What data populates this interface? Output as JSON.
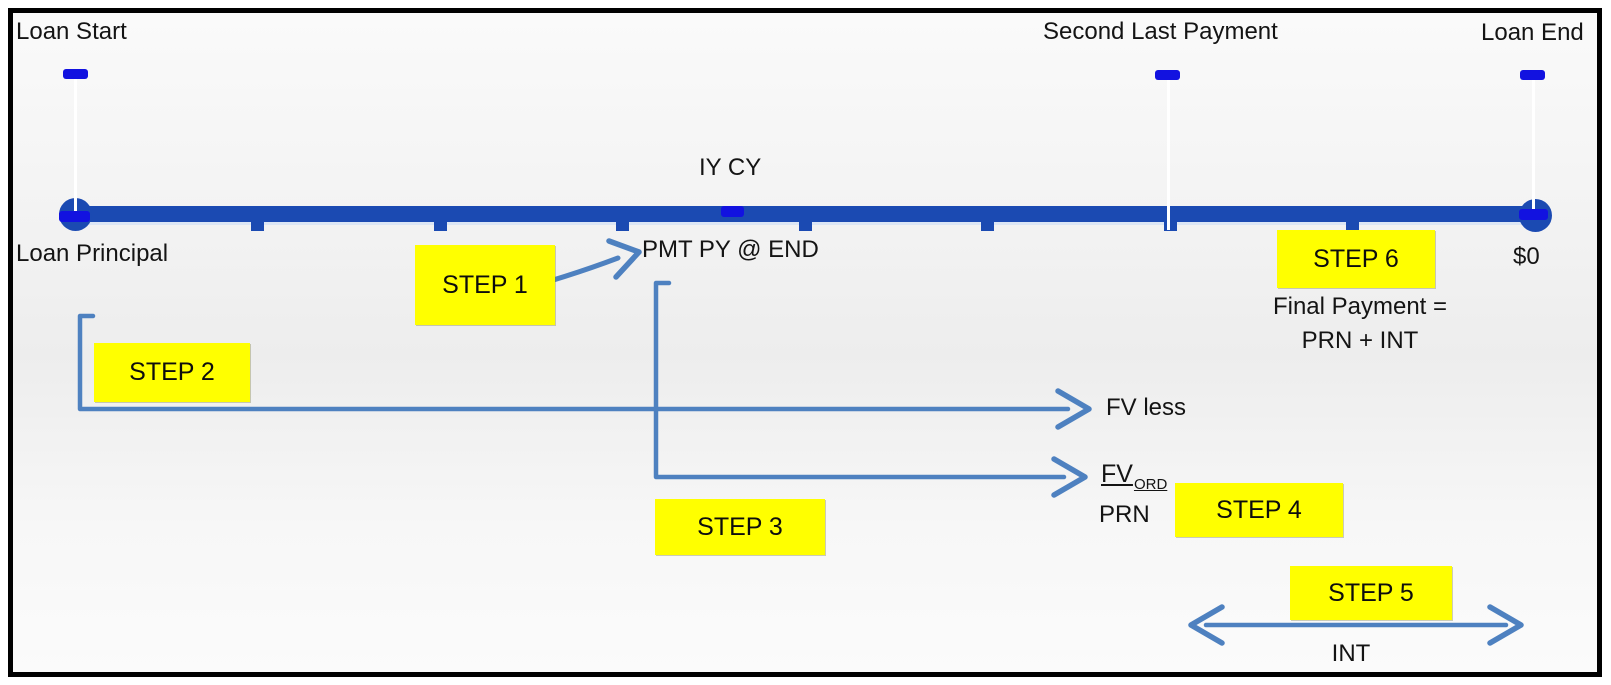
{
  "diagram": {
    "top_labels": {
      "loan_start": "Loan Start",
      "second_last_payment": "Second Last Payment",
      "loan_end": "Loan End"
    },
    "timeline": {
      "rate_label": "IY CY",
      "start_value_label": "Loan Principal",
      "end_value_label": "$0",
      "payment_label": "PMT PY @ END"
    },
    "steps": [
      {
        "label": "STEP 1"
      },
      {
        "label": "STEP 2"
      },
      {
        "label": "STEP 3"
      },
      {
        "label": "STEP 4"
      },
      {
        "label": "STEP 5"
      },
      {
        "label": "STEP 6"
      }
    ],
    "annotations": {
      "fv_less": "FV less",
      "fv_base": "FV",
      "fv_subscript": "ORD",
      "prn": "PRN",
      "final_payment_line1": "Final Payment =",
      "final_payment_line2": "PRN + INT",
      "interest": "INT"
    },
    "colors": {
      "timeline_blue": "#1b4ab2",
      "marker_blue": "#1212e0",
      "arrow_blue": "#4e81c0",
      "highlight_yellow": "#ffff00",
      "connector_white": "#ffffff",
      "border_black": "#000000"
    }
  }
}
